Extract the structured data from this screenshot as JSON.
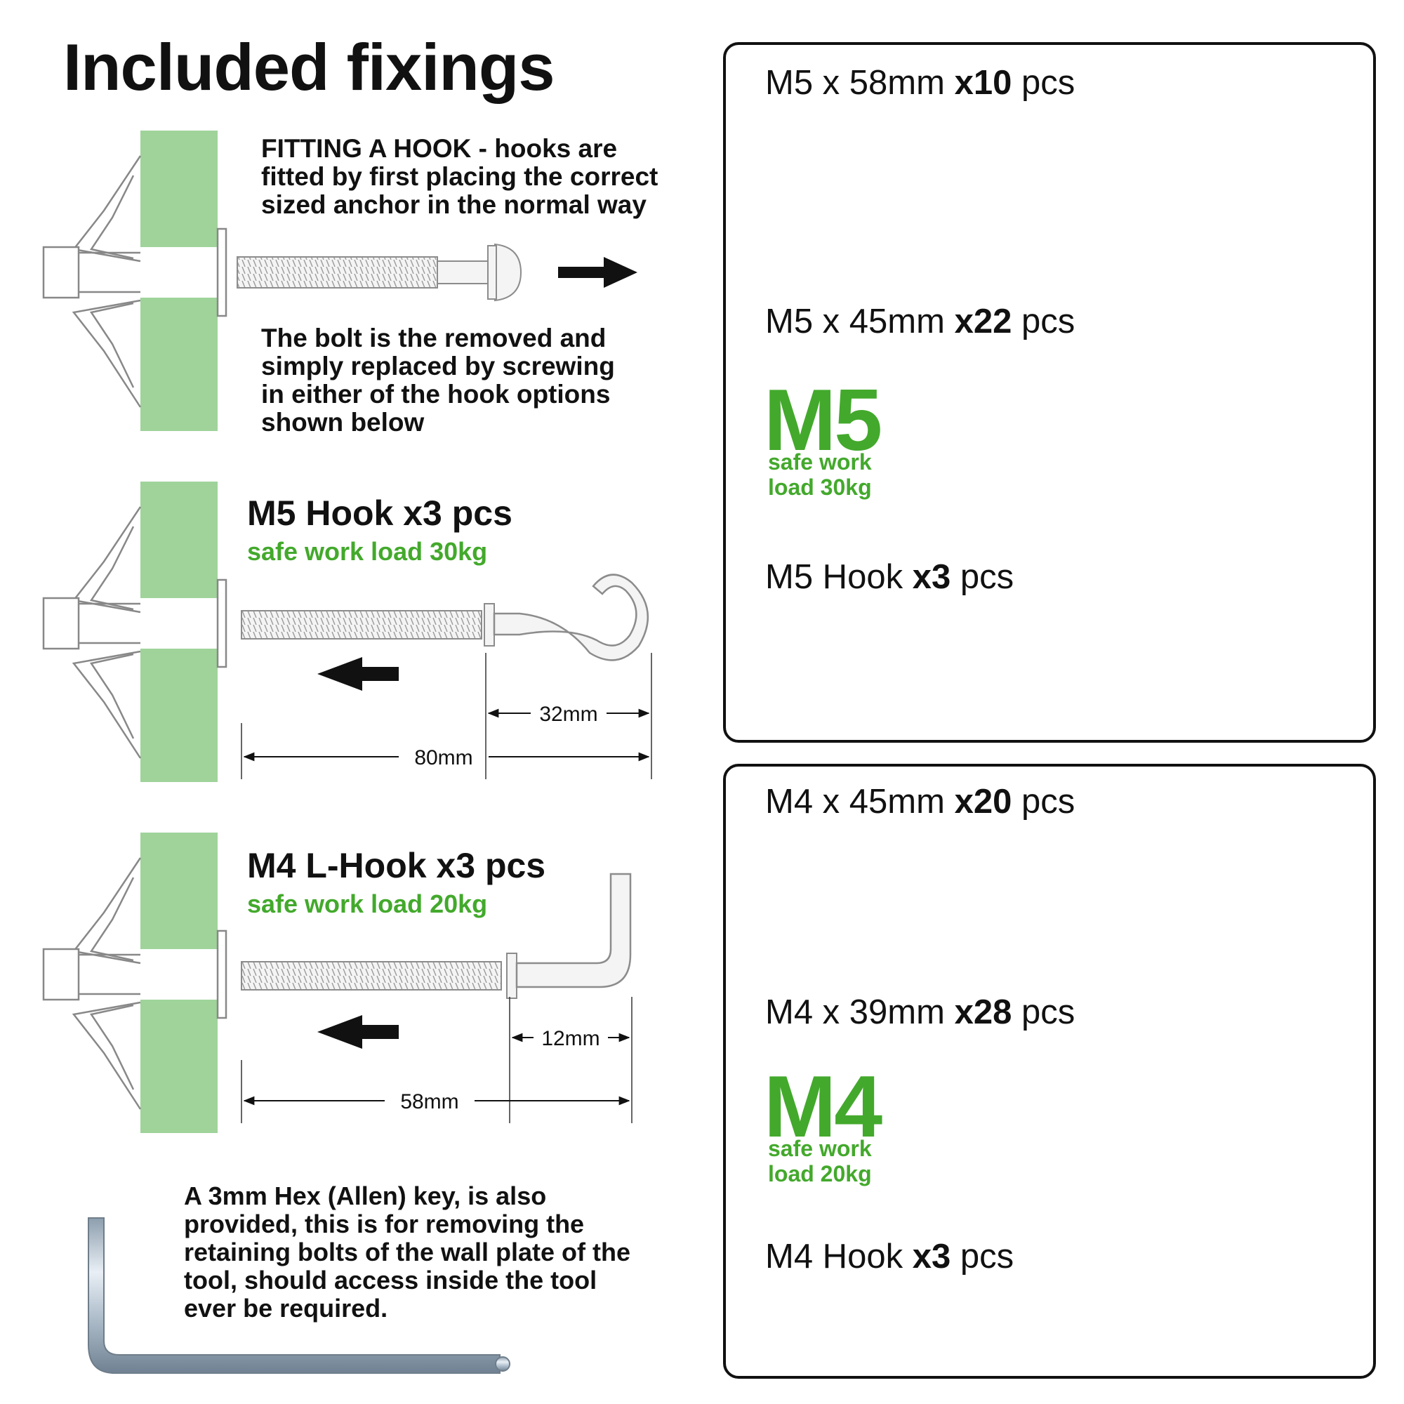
{
  "title": "Included fixings",
  "fitting": {
    "line1": "FITTING A HOOK - hooks are",
    "line2": "fitted by first placing the correct",
    "line3": "sized anchor in the normal way"
  },
  "removed": {
    "line1": "The bolt is the removed and",
    "line2": "simply replaced by screwing",
    "line3": "in either of the hook options",
    "line4": "shown below"
  },
  "m5_hook_diagram": {
    "heading": "M5 Hook x3 pcs",
    "load": "safe work load 30kg",
    "dim_short": "32mm",
    "dim_long": "80mm"
  },
  "m4_hook_diagram": {
    "heading": "M4 L-Hook x3 pcs",
    "load": "safe work load 20kg",
    "dim_short": "12mm",
    "dim_long": "58mm"
  },
  "hex_key": {
    "line1": "A 3mm Hex (Allen) key, is also",
    "line2": "provided, this is for removing the",
    "line3": "retaining bolts of the wall plate of the",
    "line4": "tool, should access inside the tool",
    "line5": "ever be required."
  },
  "m5_box": {
    "size_label": "M5",
    "load_line1": "safe work",
    "load_line2": "load 30kg",
    "items": [
      {
        "name": "M5 x 58mm ",
        "qty": "x10",
        "unit": " pcs",
        "dim": "58mm"
      },
      {
        "name": "M5 x 45mm ",
        "qty": "x22",
        "unit": " pcs",
        "dim": "45mm"
      },
      {
        "name": "M5 Hook ",
        "qty": "x3",
        "unit": " pcs",
        "dim": "80mm"
      }
    ]
  },
  "m4_box": {
    "size_label": "M4",
    "load_line1": "safe work",
    "load_line2": "load 20kg",
    "items": [
      {
        "name": "M4 x 45mm ",
        "qty": "x20",
        "unit": " pcs",
        "dim": "45mm"
      },
      {
        "name": "M4 x 39mm ",
        "qty": "x28",
        "unit": " pcs",
        "dim": "39mm"
      },
      {
        "name": "M4 Hook ",
        "qty": "x3",
        "unit": " pcs",
        "dim": "58mm"
      }
    ]
  },
  "colors": {
    "wall": "#9fd39a",
    "accent": "#43a92c",
    "metal": "#b9c8d6"
  }
}
